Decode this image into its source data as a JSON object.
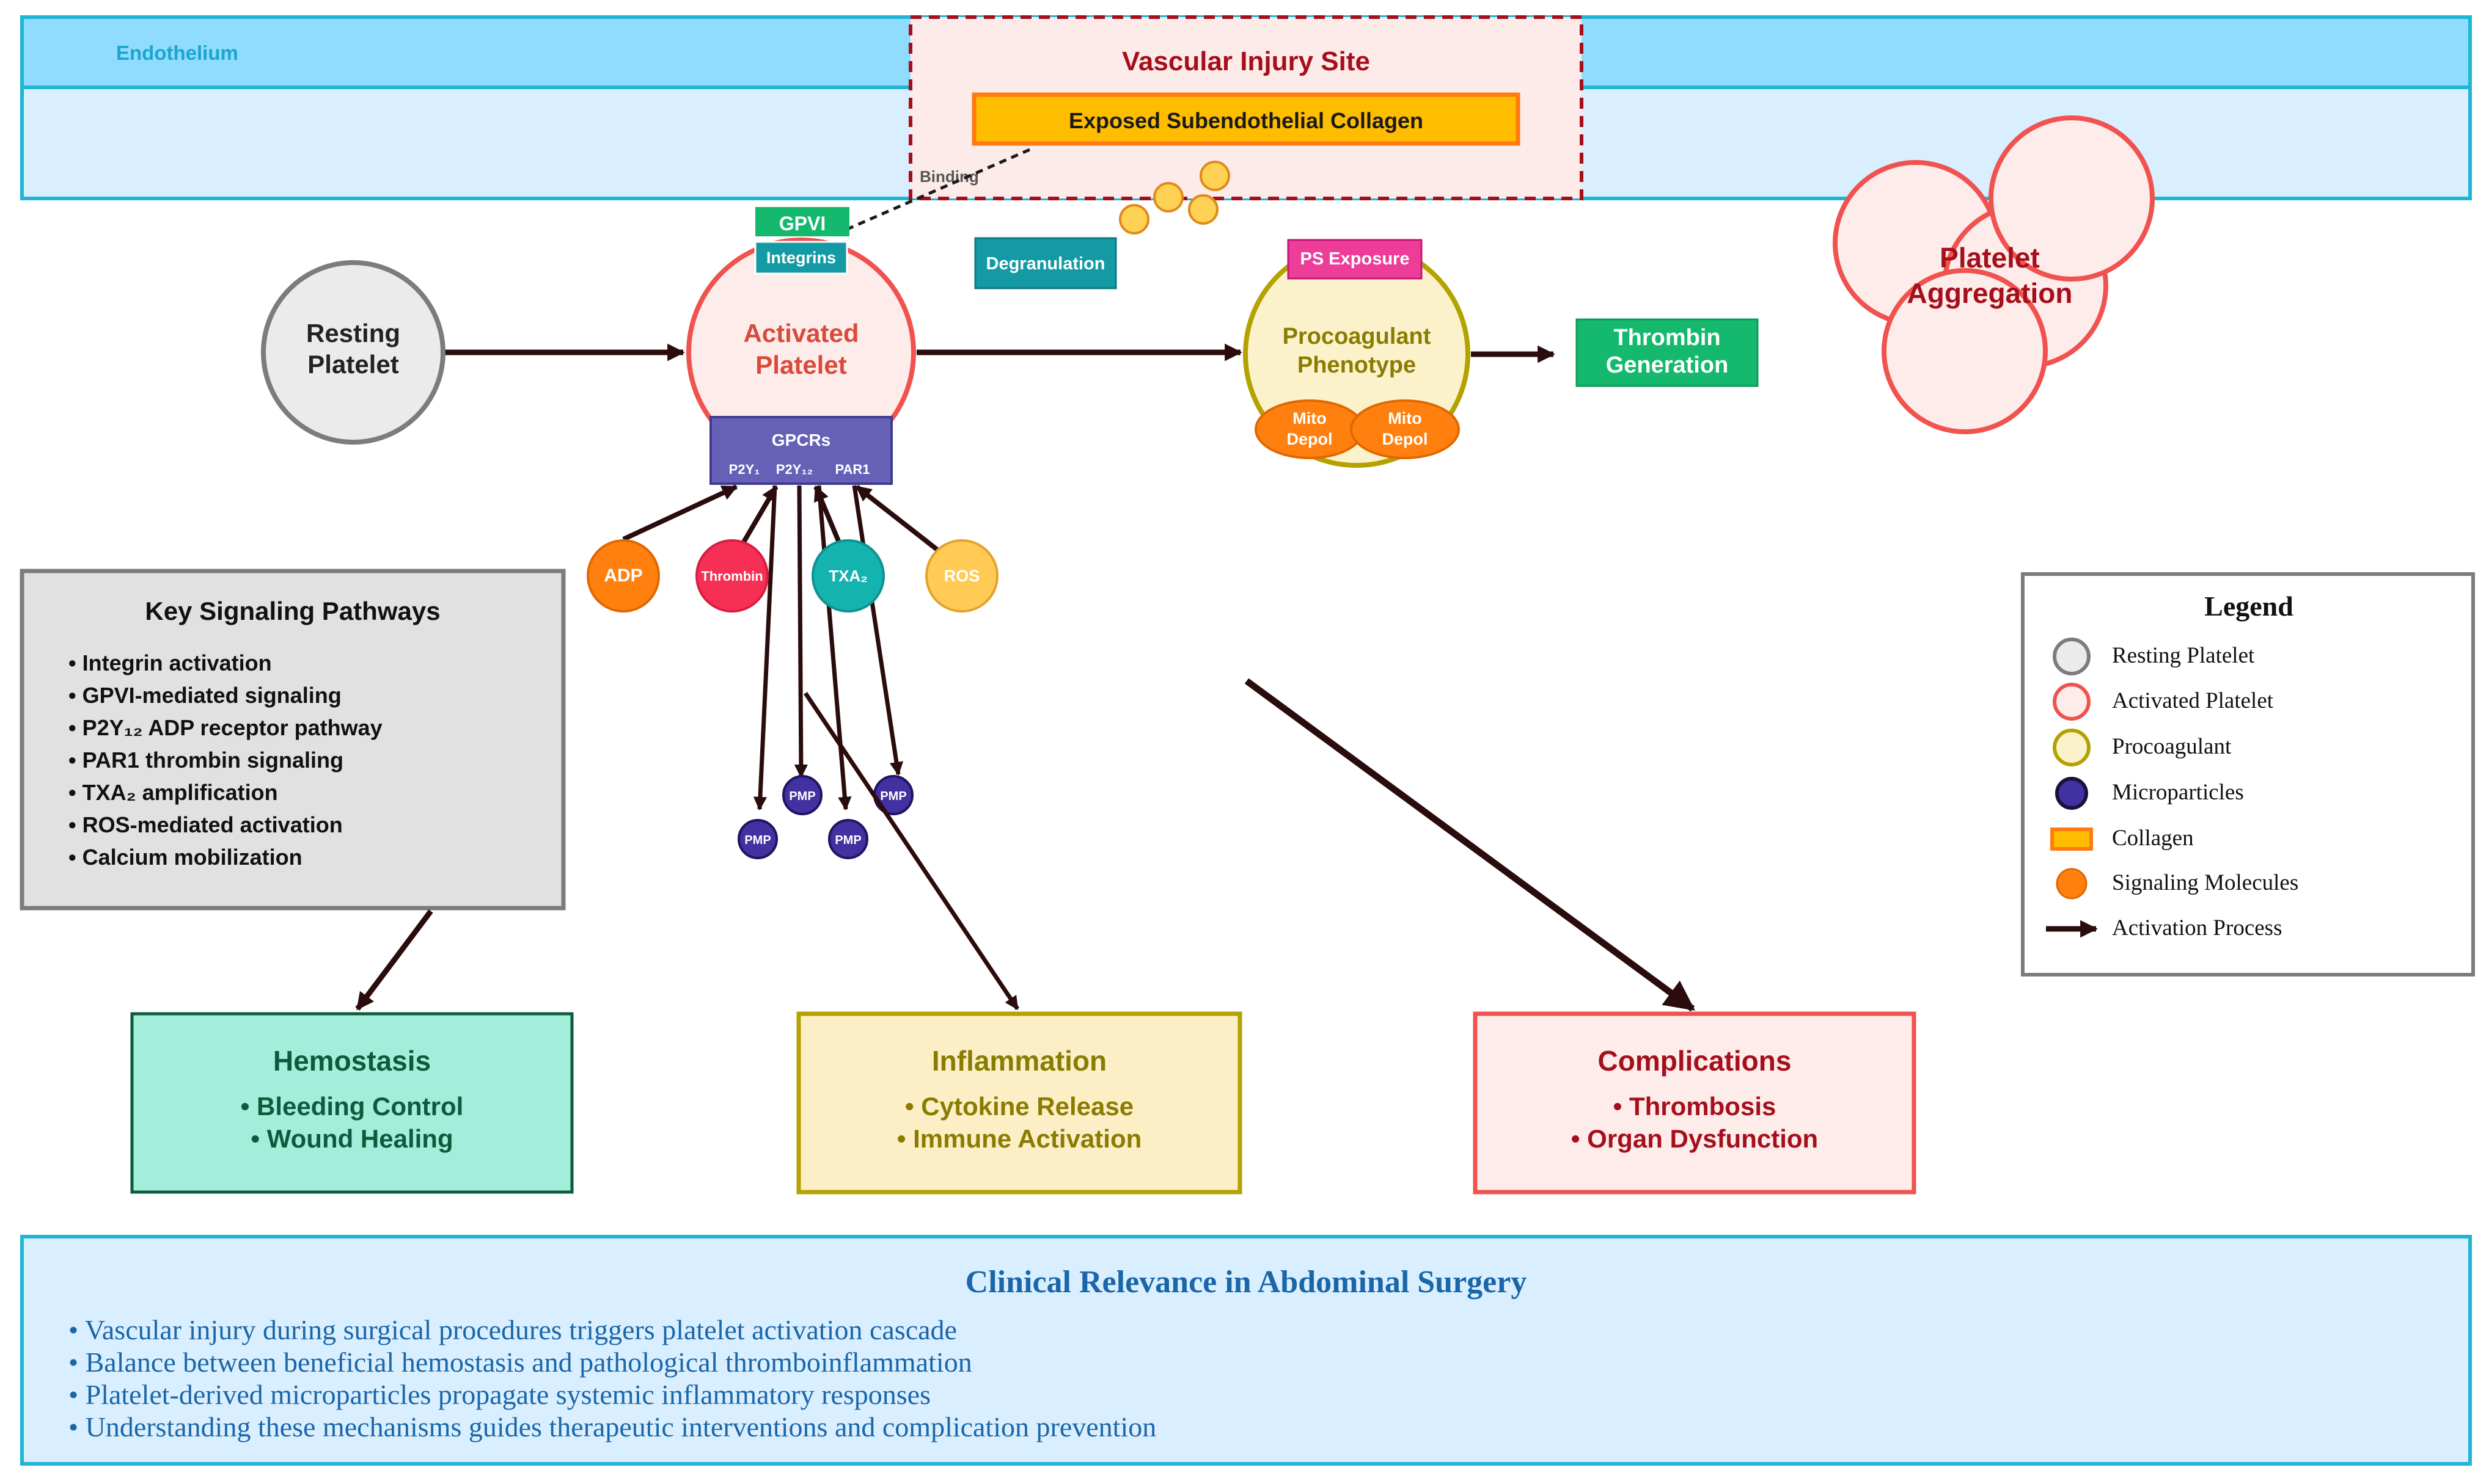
{
  "endothelium": {
    "label": "Endothelium"
  },
  "injury_site": {
    "title": "Vascular Injury Site",
    "collagen_label": "Exposed Subendothelial Collagen",
    "binding_label": "Binding"
  },
  "receptors": {
    "gpvi": "GPVI",
    "integrins": "Integrins"
  },
  "degranulation": "Degranulation",
  "ps_exposure": "PS Exposure",
  "resting": {
    "line1": "Resting",
    "line2": "Platelet"
  },
  "activated": {
    "line1": "Activated",
    "line2": "Platelet"
  },
  "procoagulant": {
    "line1": "Procoagulant",
    "line2": "Phenotype"
  },
  "mito": [
    {
      "line1": "Mito",
      "line2": "Depol"
    },
    {
      "line1": "Mito",
      "line2": "Depol"
    }
  ],
  "thrombin_gen": {
    "line1": "Thrombin",
    "line2": "Generation"
  },
  "aggregation": {
    "line1": "Platelet",
    "line2": "Aggregation"
  },
  "gpcrs": {
    "title": "GPCRs",
    "sub1": "P2Y₁",
    "sub2": "P2Y₁₂",
    "sub3": "PAR1"
  },
  "signals": {
    "adp": "ADP",
    "thrombin": "Thrombin",
    "txa2": "TXA₂",
    "ros": "ROS"
  },
  "pmp_label": "PMP",
  "pathways": {
    "title": "Key Signaling Pathways",
    "items": [
      "• Integrin activation",
      "• GPVI-mediated signaling",
      "• P2Y₁₂  ADP receptor pathway",
      "• PAR1 thrombin signaling",
      "• TXA₂ amplification",
      "• ROS-mediated activation",
      "• Calcium mobilization"
    ]
  },
  "outcomes": {
    "hemostasis": {
      "title": "Hemostasis",
      "line1": "• Bleeding Control",
      "line2": "• Wound Healing"
    },
    "inflammation": {
      "title": "Inflammation",
      "line1": "• Cytokine Release",
      "line2": "• Immune Activation"
    },
    "complications": {
      "title": "Complications",
      "line1": "• Thrombosis",
      "line2": "• Organ Dysfunction"
    }
  },
  "legend": {
    "title": "Legend",
    "items": [
      "Resting Platelet",
      "Activated Platelet",
      "Procoagulant",
      "Microparticles",
      "Collagen",
      "Signaling Molecules",
      "Activation Process"
    ]
  },
  "clinical": {
    "title": "Clinical Relevance in Abdominal Surgery",
    "items": [
      "• Vascular injury during surgical procedures triggers platelet activation cascade",
      "• Balance between beneficial hemostasis and pathological thromboinflammation",
      "• Platelet-derived microparticles propagate systemic inflammatory responses",
      "• Understanding these mechanisms guides therapeutic interventions and complication prevention"
    ]
  },
  "colors": {
    "endothelium_top": "#8fdcff",
    "endothelium_bottom": "#d9efff",
    "cyan_border": "#1fb5d4",
    "injury_red": "#a50f1c",
    "collagen": "#ffbd00",
    "collagen_border": "#ff7a10",
    "activated_red": "#f0524f",
    "procoag_yellow": "#b3a200",
    "gpcr_purple": "#6661b7",
    "pmp_indigo": "#4231a0",
    "green": "#14b96e",
    "teal": "#149aa4",
    "pink": "#ee3d99",
    "arrow": "#2b0c0c"
  }
}
